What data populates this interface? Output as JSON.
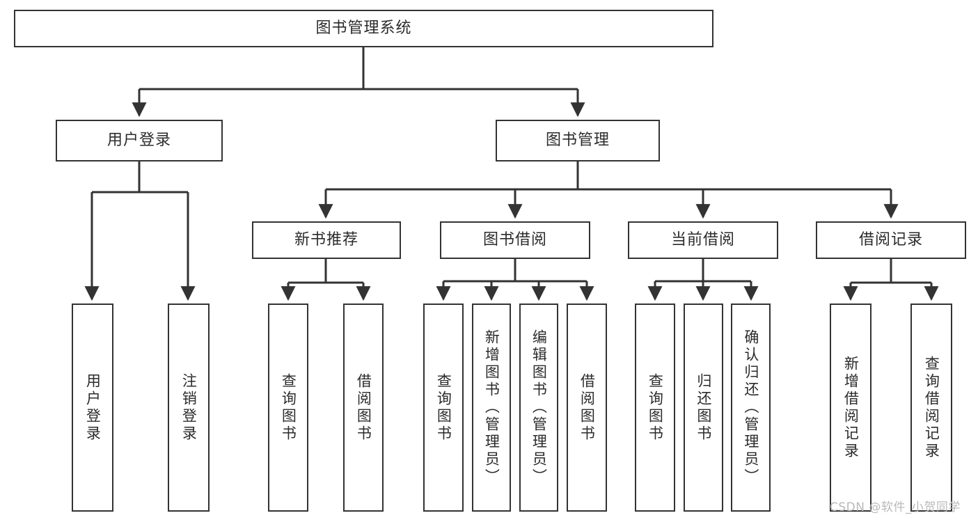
{
  "diagram": {
    "type": "tree-hierarchy-chart",
    "title_node": {
      "label": "图书管理系统"
    },
    "level2": [
      {
        "id": "user-login",
        "label": "用户登录"
      },
      {
        "id": "book-management",
        "label": "图书管理"
      }
    ],
    "level3": [
      {
        "id": "new-book-recommend",
        "label": "新书推荐"
      },
      {
        "id": "book-borrow",
        "label": "图书借阅"
      },
      {
        "id": "current-borrow",
        "label": "当前借阅"
      },
      {
        "id": "borrow-record",
        "label": "借阅记录"
      }
    ],
    "leaves": [
      {
        "id": "leaf-user-login",
        "label": "用户登录",
        "parent": "user-login"
      },
      {
        "id": "leaf-logout-login",
        "label": "注销登录",
        "parent": "user-login"
      },
      {
        "id": "leaf-query-book-1",
        "label": "查询图书",
        "parent": "new-book-recommend"
      },
      {
        "id": "leaf-borrow-book-1",
        "label": "借阅图书",
        "parent": "new-book-recommend"
      },
      {
        "id": "leaf-query-book-2",
        "label": "查询图书",
        "parent": "book-borrow"
      },
      {
        "id": "leaf-add-book",
        "label": "新增图书（管理员）",
        "parent": "book-borrow"
      },
      {
        "id": "leaf-edit-book",
        "label": "编辑图书（管理员）",
        "parent": "book-borrow"
      },
      {
        "id": "leaf-borrow-book-2",
        "label": "借阅图书",
        "parent": "book-borrow"
      },
      {
        "id": "leaf-query-book-3",
        "label": "查询图书",
        "parent": "current-borrow"
      },
      {
        "id": "leaf-return-book",
        "label": "归还图书",
        "parent": "current-borrow"
      },
      {
        "id": "leaf-confirm-return",
        "label": "确认归还（管理员）",
        "parent": "current-borrow"
      },
      {
        "id": "leaf-add-record",
        "label": "新增借阅记录",
        "parent": "borrow-record"
      },
      {
        "id": "leaf-query-record",
        "label": "查询借阅记录",
        "parent": "borrow-record"
      }
    ],
    "colors": {
      "stroke": "#333333",
      "text": "#2b2b2b",
      "background": "#ffffff",
      "watermark": "#b9b9b9"
    }
  },
  "watermark": {
    "text": "CSDN @软件_小贺同学"
  }
}
